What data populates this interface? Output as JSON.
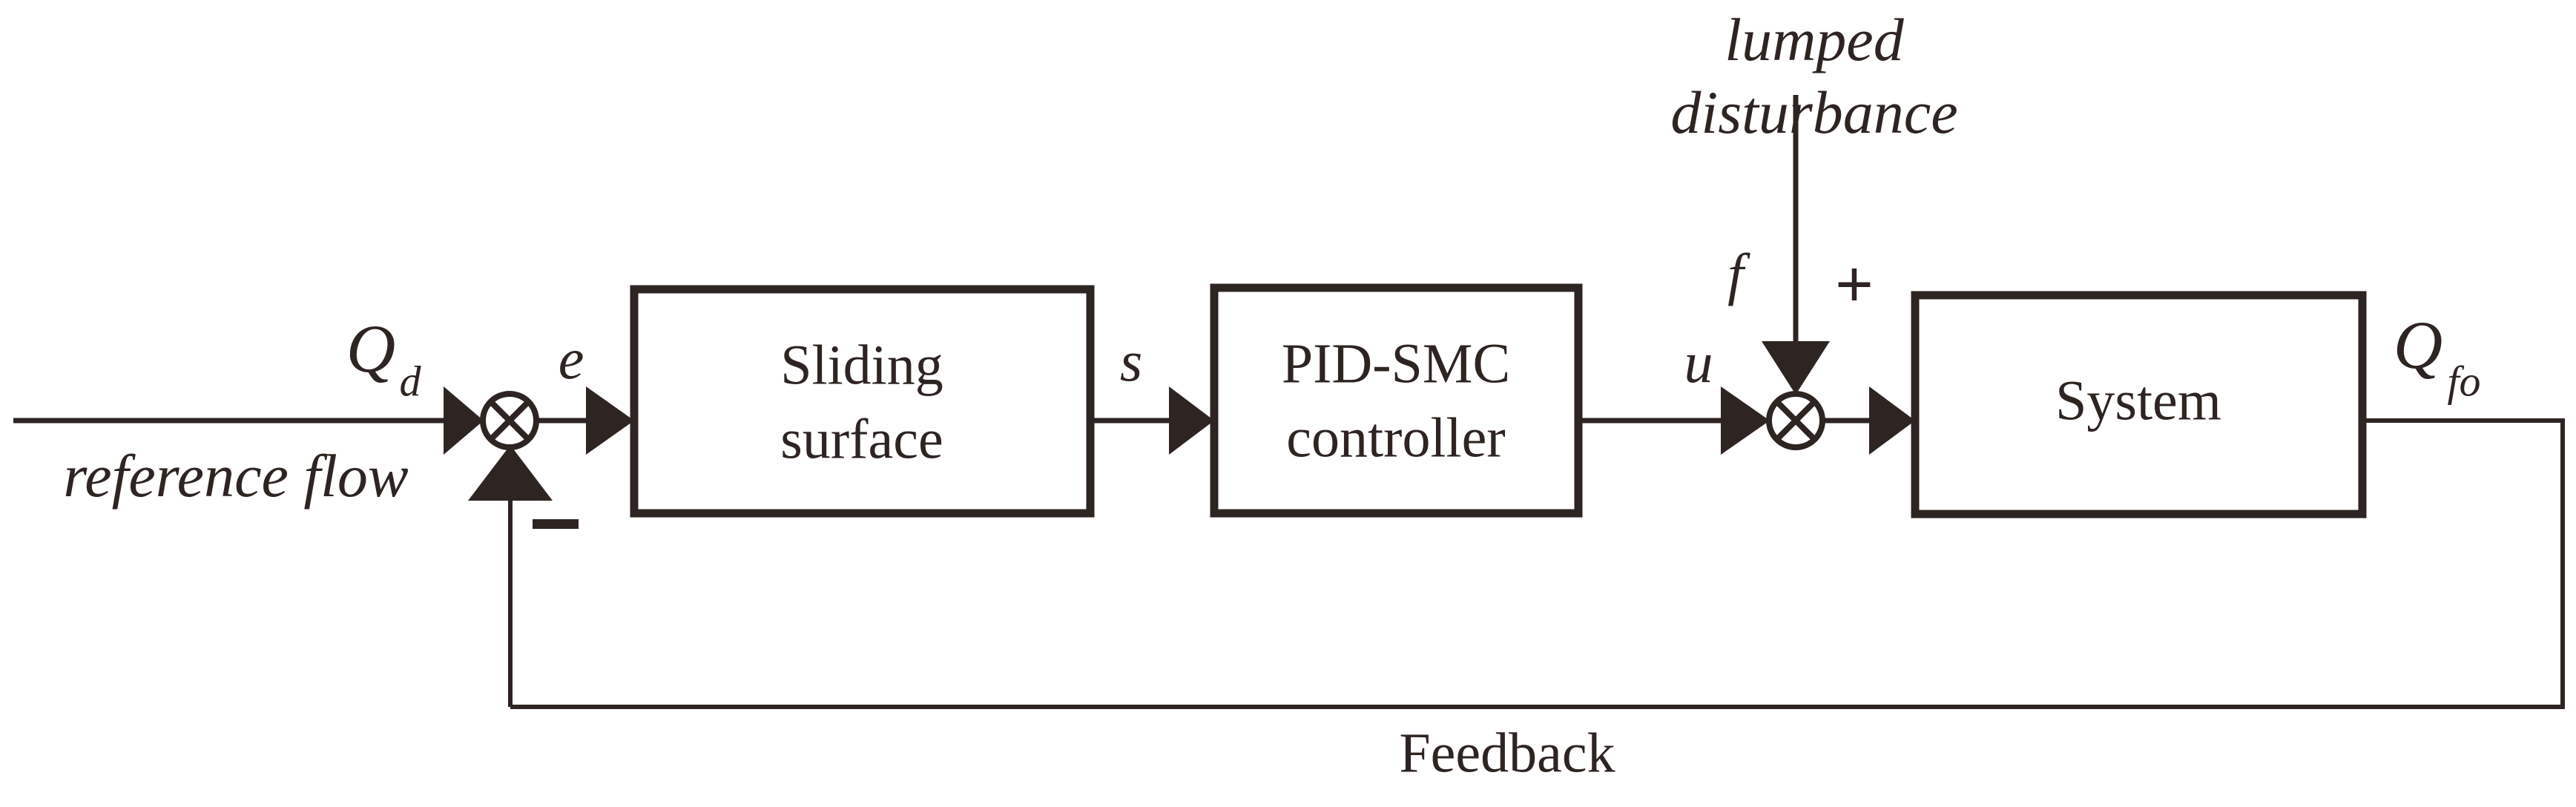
{
  "diagram": {
    "title": "PID-SMC sliding mode flow control block diagram",
    "type": "control-block-diagram",
    "background_color": "#ffffff",
    "line_color": "#2e2421"
  },
  "blocks": [
    {
      "id": "sliding-surface",
      "line1": "Sliding",
      "line2": "surface"
    },
    {
      "id": "pid-smc-controller",
      "line1": "PID-SMC",
      "line2": "controller"
    },
    {
      "id": "system",
      "line1": "System",
      "line2": ""
    }
  ],
  "signals": {
    "reference_symbol": "Q",
    "reference_subscript": "d",
    "reference_caption": "reference flow",
    "error": "e",
    "sliding_variable": "s",
    "control_input": "u",
    "disturbance": "f",
    "output_symbol": "Q",
    "output_subscript": "fo",
    "feedback_caption": "Feedback"
  },
  "annotations": {
    "disturbance_line1": "lumped",
    "disturbance_line2": "disturbance",
    "plus_sign": "+",
    "minus_sign": "–"
  },
  "chart_data": {
    "type": "diagram",
    "nodes": [
      {
        "name": "reference flow Qd",
        "role": "input"
      },
      {
        "name": "summing junction 1",
        "role": "comparator",
        "signs": [
          "+",
          "-"
        ]
      },
      {
        "name": "Sliding surface",
        "role": "block"
      },
      {
        "name": "PID-SMC controller",
        "role": "block"
      },
      {
        "name": "summing junction 2",
        "role": "adder",
        "signs": [
          "+",
          "+"
        ]
      },
      {
        "name": "System",
        "role": "plant"
      },
      {
        "name": "lumped disturbance f",
        "role": "disturbance-input"
      },
      {
        "name": "Feedback",
        "role": "feedback-path"
      }
    ],
    "edges": [
      {
        "from": "reference flow Qd",
        "to": "summing junction 1",
        "label": "Qd"
      },
      {
        "from": "summing junction 1",
        "to": "Sliding surface",
        "label": "e"
      },
      {
        "from": "Sliding surface",
        "to": "PID-SMC controller",
        "label": "s"
      },
      {
        "from": "PID-SMC controller",
        "to": "summing junction 2",
        "label": "u"
      },
      {
        "from": "lumped disturbance f",
        "to": "summing junction 2",
        "label": "f"
      },
      {
        "from": "summing junction 2",
        "to": "System",
        "label": ""
      },
      {
        "from": "System",
        "to": "summing junction 1",
        "label": "Qfo / Feedback"
      }
    ]
  }
}
